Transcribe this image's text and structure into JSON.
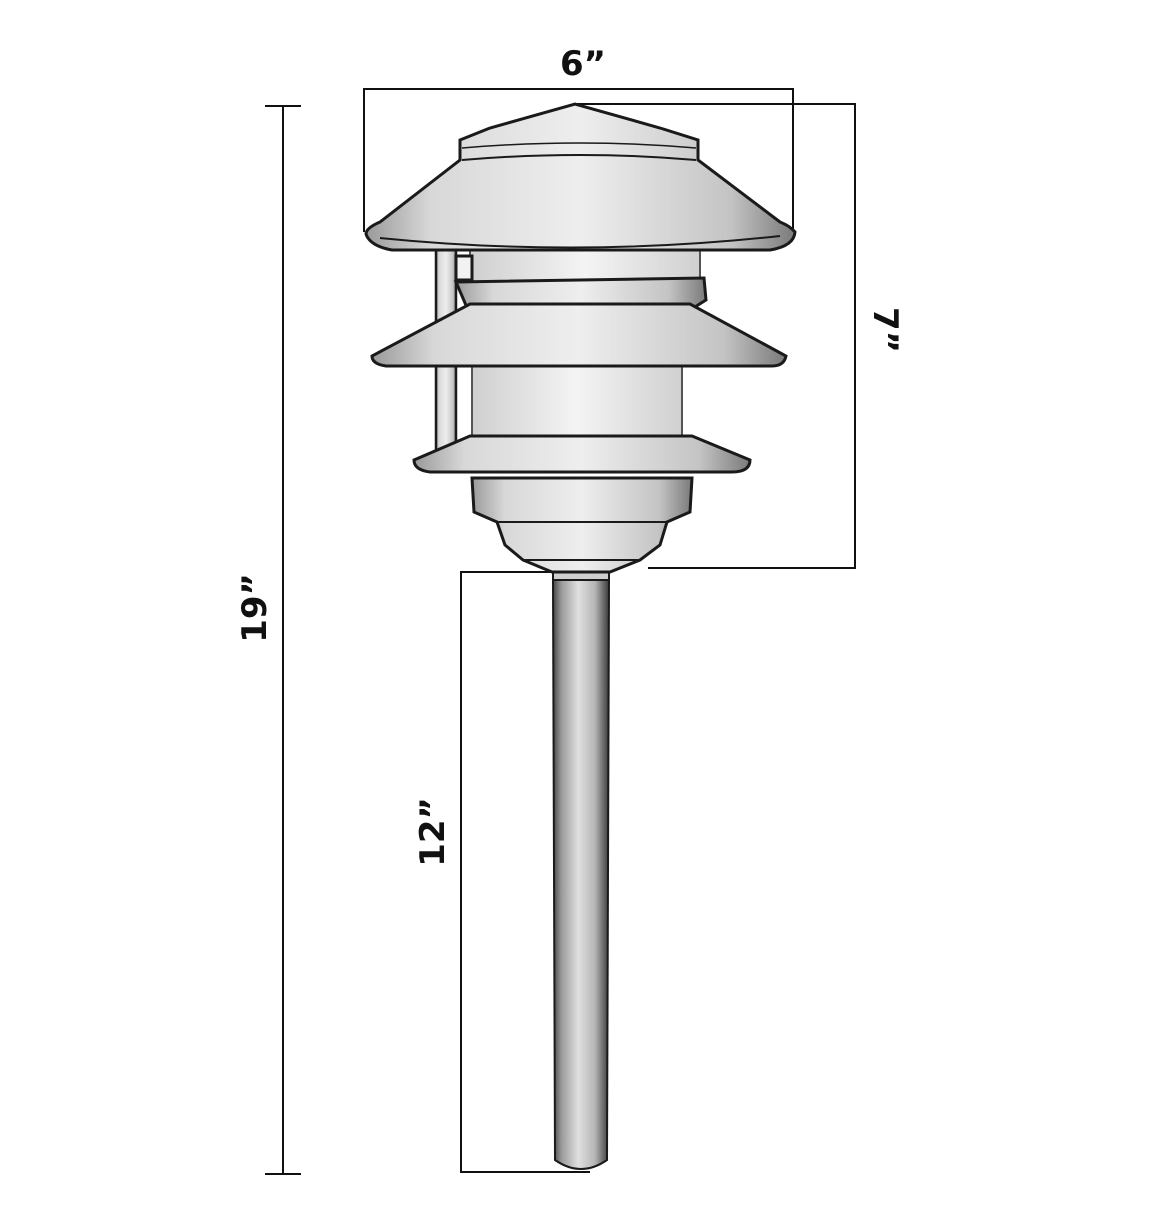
{
  "diagram": {
    "subject": "Three-tier pagoda path light on ground stake",
    "colors": {
      "background": "#ffffff",
      "line": "#111111",
      "metal_light": "#e4e4e4",
      "metal_mid": "#c8c8c8",
      "metal_dark": "#8a8a8a",
      "outline": "#1a1a1a"
    },
    "dimensions": {
      "width_top": {
        "label": "6”",
        "orientation": "horizontal"
      },
      "head_height": {
        "label": "7”",
        "orientation": "vertical-right"
      },
      "overall_height": {
        "label": "19”",
        "orientation": "vertical-left"
      },
      "stake_length": {
        "label": "12”",
        "orientation": "vertical-left"
      }
    }
  }
}
